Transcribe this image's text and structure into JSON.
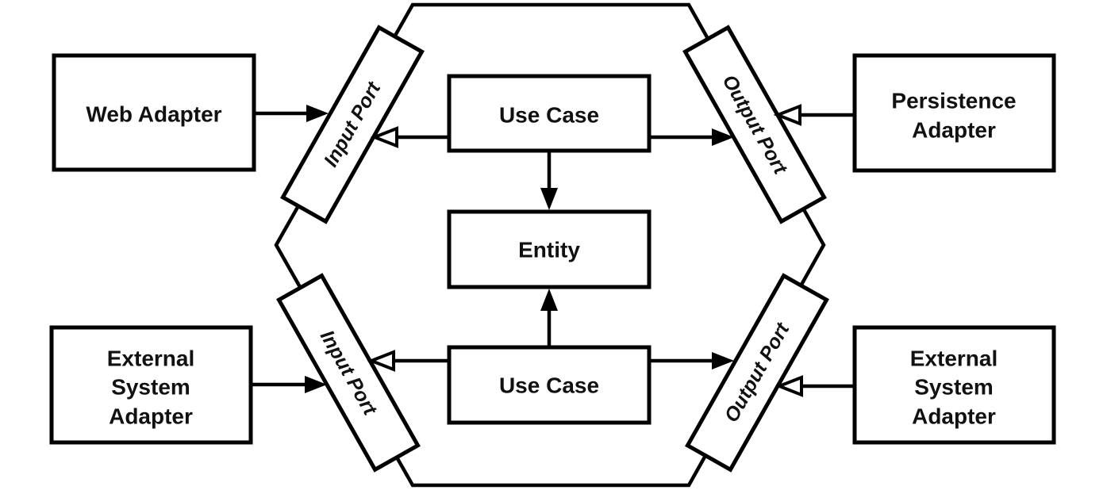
{
  "diagram": {
    "kind": "hexagonal-architecture",
    "colors": {
      "background": "#ffffff",
      "stroke": "#000000",
      "text": "#111111"
    }
  },
  "nodes": {
    "web_adapter": {
      "label": "Web Adapter"
    },
    "persistence_adapter": {
      "lines": [
        "Persistence",
        "Adapter"
      ]
    },
    "external_system_adapter_left": {
      "lines": [
        "External",
        "System",
        "Adapter"
      ]
    },
    "external_system_adapter_right": {
      "lines": [
        "External",
        "System",
        "Adapter"
      ]
    },
    "use_case_top": {
      "label": "Use Case"
    },
    "entity": {
      "label": "Entity"
    },
    "use_case_bottom": {
      "label": "Use Case"
    },
    "input_port_top": {
      "label": "Input Port"
    },
    "output_port_top": {
      "label": "Output Port"
    },
    "input_port_bottom": {
      "label": "Input Port"
    },
    "output_port_bottom": {
      "label": "Output Port"
    }
  }
}
